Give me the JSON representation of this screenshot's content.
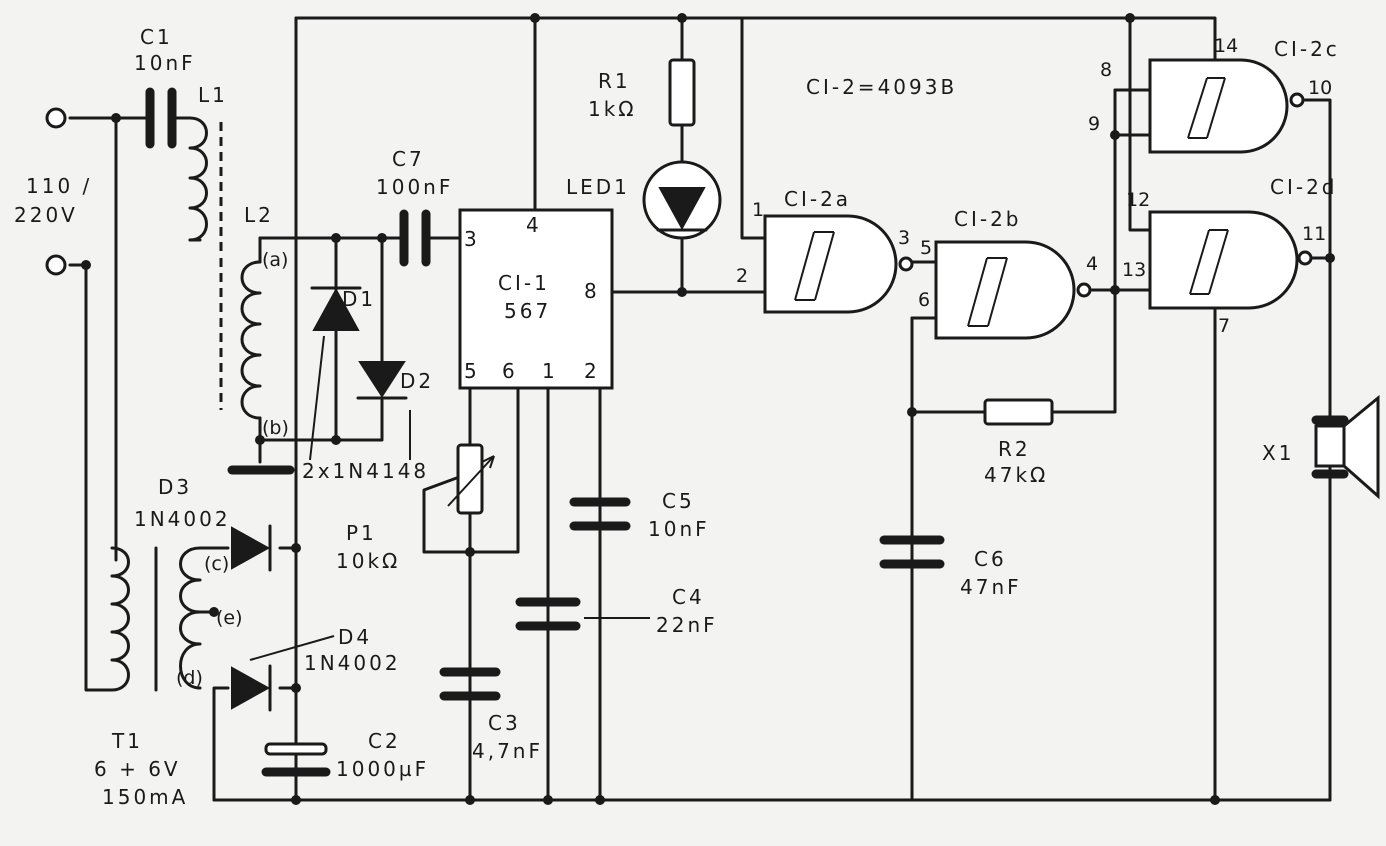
{
  "mains": {
    "voltage_line1": "110 /",
    "voltage_line2": "220V"
  },
  "components": {
    "c1": {
      "ref": "C1",
      "value": "10nF"
    },
    "l1": {
      "ref": "L1"
    },
    "l2": {
      "ref": "L2",
      "tap_a": "(a)",
      "tap_b": "(b)"
    },
    "c7": {
      "ref": "C7",
      "value": "100nF"
    },
    "d1": {
      "ref": "D1"
    },
    "d2": {
      "ref": "D2"
    },
    "diode_part": "2x1N4148",
    "ci1": {
      "ref": "CI-1",
      "part": "567",
      "pins": {
        "p4": "4",
        "p3": "3",
        "p8": "8",
        "p5": "5",
        "p6": "6",
        "p1": "1",
        "p2": "2"
      }
    },
    "r1": {
      "ref": "R1",
      "value": "1kΩ"
    },
    "led1": {
      "ref": "LED1"
    },
    "ci2_note": "CI-2=4093B",
    "ci2a": {
      "ref": "CI-2a",
      "in1": "1",
      "in2": "2",
      "out": "3"
    },
    "ci2b": {
      "ref": "CI-2b",
      "in1": "5",
      "in2": "6",
      "out": "4"
    },
    "ci2c": {
      "ref": "CI-2c",
      "in1": "8",
      "in2": "9",
      "out": "10",
      "vdd": "14"
    },
    "ci2d": {
      "ref": "CI-2d",
      "in1": "12",
      "in2": "13",
      "out": "11",
      "vss": "7"
    },
    "r2": {
      "ref": "R2",
      "value": "47kΩ"
    },
    "c6": {
      "ref": "C6",
      "value": "47nF"
    },
    "x1": {
      "ref": "X1"
    },
    "d3": {
      "ref": "D3",
      "part": "1N4002"
    },
    "d4": {
      "ref": "D4",
      "part": "1N4002"
    },
    "t1": {
      "ref": "T1",
      "rating1": "6 + 6V",
      "rating2": "150mA",
      "tap_c": "(c)",
      "tap_d": "(d)",
      "tap_e": "(e)"
    },
    "p1": {
      "ref": "P1",
      "value": "10kΩ"
    },
    "c5": {
      "ref": "C5",
      "value": "10nF"
    },
    "c4": {
      "ref": "C4",
      "value": "22nF"
    },
    "c3": {
      "ref": "C3",
      "value": "4,7nF"
    },
    "c2": {
      "ref": "C2",
      "value": "1000µF"
    }
  }
}
